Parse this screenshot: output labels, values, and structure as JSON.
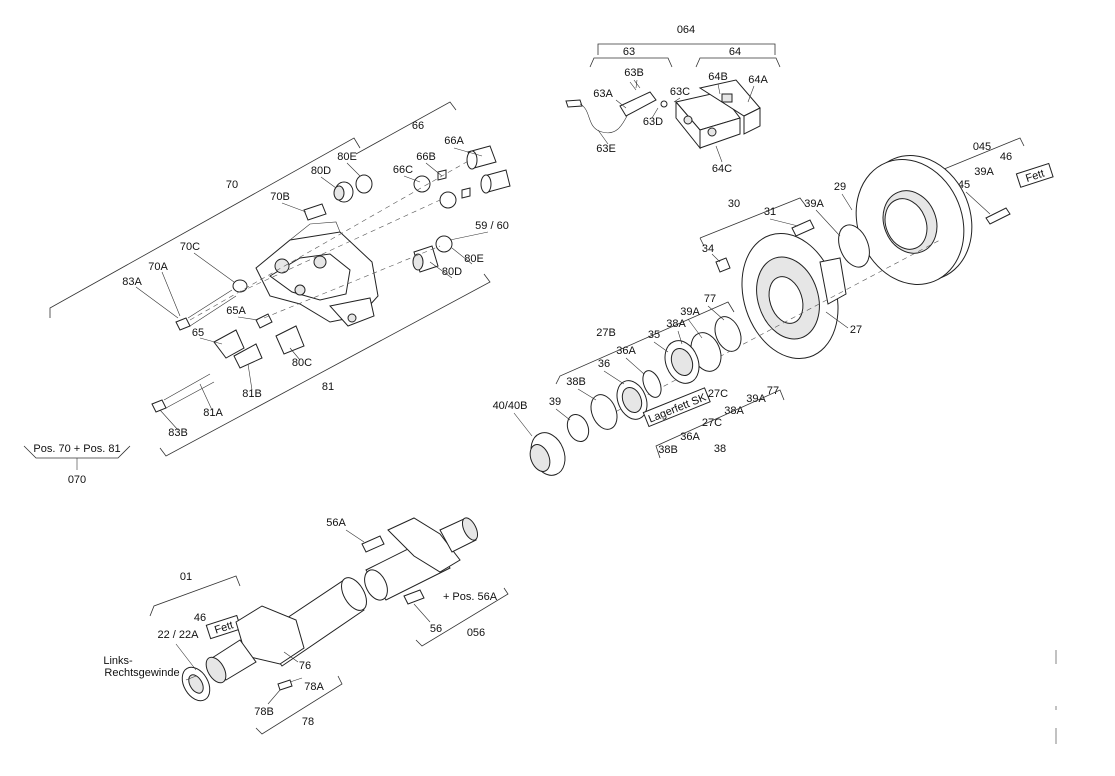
{
  "labels": {
    "g064": "064",
    "g63": "63",
    "g64": "64",
    "l63B": "63B",
    "l63A": "63A",
    "l63C": "63C",
    "l63D": "63D",
    "l63E": "63E",
    "l64B": "64B",
    "l64A": "64A",
    "l64C": "64C",
    "g66": "66",
    "l66A": "66A",
    "l66B": "66B",
    "l66C": "66C",
    "g70": "70",
    "l80E_top": "80E",
    "l80D_top": "80D",
    "l70B": "70B",
    "l70C": "70C",
    "l70A": "70A",
    "l83A": "83A",
    "l59_60": "59 / 60",
    "l80E_bot": "80E",
    "l80D_bot": "80D",
    "l65A": "65A",
    "l65": "65",
    "l80C": "80C",
    "l81B": "81B",
    "g81": "81",
    "l81A": "81A",
    "l83B": "83B",
    "pos70_81": "Pos. 70 + Pos. 81",
    "g070": "070",
    "g045": "045",
    "l46_right": "46",
    "l39A_right": "39A",
    "fett_right": "Fett",
    "l45": "45",
    "l29": "29",
    "l39A_hub": "39A",
    "g30": "30",
    "l31": "31",
    "l34": "34",
    "l27": "27",
    "l77": "77",
    "l39A_mid": "39A",
    "l27B": "27B",
    "l38A": "38A",
    "l35": "35",
    "l36A": "36A",
    "l36": "36",
    "l38B": "38B",
    "l39": "39",
    "l40_40B": "40/40B",
    "lagerfett": "Lagerfett SK",
    "l27C": "27C",
    "l77b": "77",
    "l39Ab": "39A",
    "l38Ab": "38A",
    "l27Cb": "27C",
    "l36Ab": "36A",
    "l38Bb": "38B",
    "l38b": "38",
    "l56A": "56A",
    "pos56A": "+ Pos. 56A",
    "l56": "56",
    "g056": "056",
    "g01": "01",
    "l46_left": "46",
    "fett_left": "Fett",
    "l22_22A": "22 / 22A",
    "links_rechts_1": "Links-",
    "links_rechts_2": "Rechtsgewinde",
    "l76": "76",
    "l78A": "78A",
    "l78B": "78B",
    "g78": "78"
  },
  "colors": {
    "line": "#222222",
    "background": "#ffffff"
  }
}
